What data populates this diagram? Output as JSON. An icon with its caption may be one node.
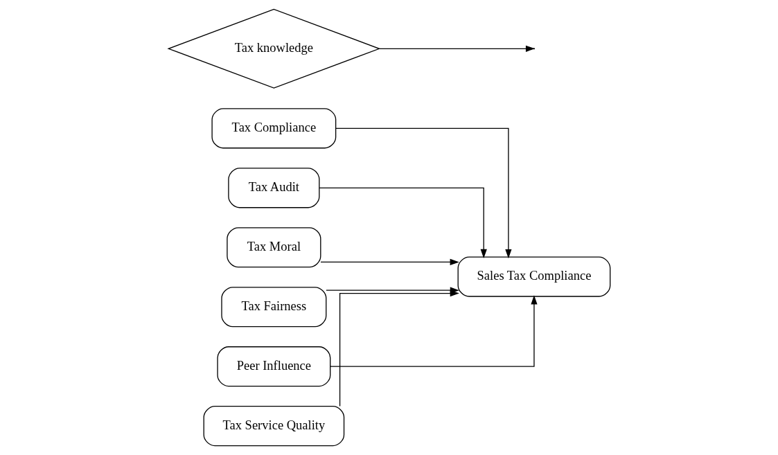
{
  "diagram": {
    "nodes": [
      {
        "text": [
          "Tax Compliance"
        ]
      },
      {
        "text": [
          "Tax Audit"
        ]
      },
      {
        "text": [
          "Tax Moral"
        ]
      },
      {
        "text": [
          "Tax Fairness"
        ]
      },
      {
        "text": [
          "Peer Influence"
        ]
      },
      {
        "text": [
          "Tax Service Quality"
        ]
      },
      {
        "text": [
          "Sales Tax Compliance"
        ]
      },
      {
        "text": [
          "Tax knowledge"
        ]
      }
    ],
    "edges": [
      {
        "from": 0,
        "to": 6,
        "arrow": "to"
      },
      {
        "from": 1,
        "to": 6,
        "arrow": "to"
      },
      {
        "from": 2,
        "to": 6,
        "arrow": "to"
      },
      {
        "from": 3,
        "to": 6,
        "arrow": "to"
      },
      {
        "from": 4,
        "to": 6,
        "arrow": "to"
      },
      {
        "from": 5,
        "to": 6,
        "arrow": "to"
      },
      {
        "from": 7,
        "to": null,
        "arrow": "to"
      }
    ]
  }
}
